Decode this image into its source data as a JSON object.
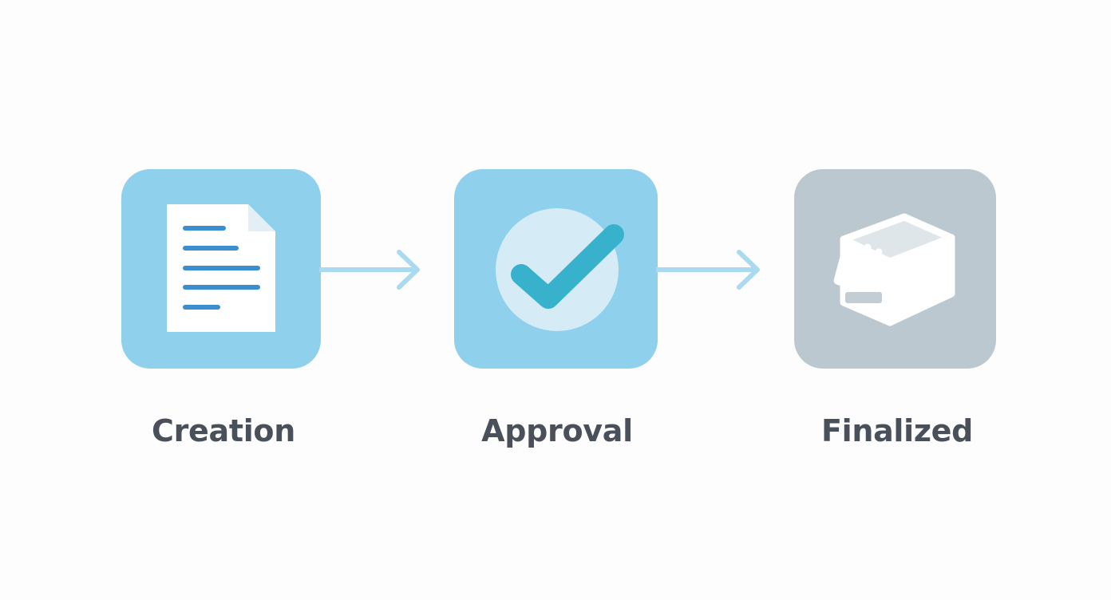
{
  "steps": [
    {
      "label": "Creation",
      "icon": "document-icon"
    },
    {
      "label": "Approval",
      "icon": "checkmark-icon"
    },
    {
      "label": "Finalized",
      "icon": "archive-box-icon"
    }
  ],
  "connectors": [
    "arrow-right-icon",
    "arrow-right-icon"
  ],
  "colors": {
    "background": "#fdfdfd",
    "tile_active": "#8fd0ec",
    "tile_inactive": "#bcc8d0",
    "document_line": "#3b8fcf",
    "check_stroke": "#38b2cc",
    "check_circle": "#d5ecf6",
    "arrow": "#a9daf0",
    "label_text": "#4a5059"
  }
}
